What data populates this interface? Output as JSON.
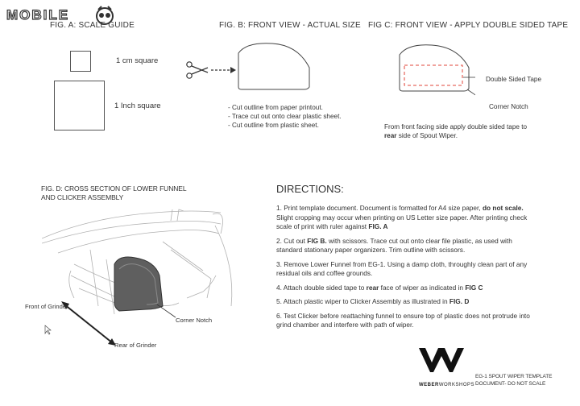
{
  "watermark": {
    "text": "MOBILE"
  },
  "fig_a": {
    "title": "FIG. A: SCALE GUIDE",
    "cm_label": "1 cm square",
    "inch_label": "1 Inch square"
  },
  "fig_b": {
    "title": "FIG. B: FRONT VIEW - ACTUAL SIZE",
    "steps": [
      "- Cut outline from paper printout.",
      "- Trace cut out onto clear plastic sheet.",
      "- Cut outline from plastic sheet."
    ]
  },
  "fig_c": {
    "title": "FIG C: FRONT VIEW - APPLY DOUBLE SIDED TAPE",
    "tape_label": "Double Sided Tape",
    "notch_label": "Corner Notch",
    "note_pre": "From front facing side apply double sided tape to",
    "note_bold": "rear",
    "note_post": " side of Spout Wiper."
  },
  "fig_d": {
    "title_line1": "FIG. D: CROSS SECTION OF LOWER FUNNEL",
    "title_line2": "AND CLICKER ASSEMBLY",
    "front_label": "Front of Grinder",
    "rear_label": "Rear of Grinder",
    "notch_label": "Corner Notch"
  },
  "directions": {
    "title": "DIRECTIONS:",
    "s1_a": "1. Print template document. Document is formatted for A4 size paper, ",
    "s1_b": "do not scale.",
    "s1_c": " Slight cropping may occur when printing on US Letter size paper. After printing check scale of print with ruler against ",
    "s1_d": "FIG. A",
    "s2_a": "2. Cut out ",
    "s2_b": "FIG B.",
    "s2_c": " with scissors. Trace cut out onto clear file plastic, as used with standard stationary paper organizers. Trim outline with scissors.",
    "s3": "3. Remove Lower Funnel from EG-1. Using a damp cloth, throughly clean part of any residual oils and coffee grounds.",
    "s4_a": "4. Attach double sided tape to ",
    "s4_b": "rear",
    "s4_c": " face of wiper as indicated in ",
    "s4_d": "FIG C",
    "s5_a": "5. Attach plastic wiper to Clicker Assembly as illustrated in ",
    "s5_b": "FIG. D",
    "s6": "6. Test Clicker before reattaching funnel to ensure top of plastic does not protrude into grind chamber and interfere with path of wiper."
  },
  "footer": {
    "brand_bold": "WEBER",
    "brand_light": "WORKSHOPS",
    "template_line1": "EG-1 SPOUT WIPER TEMPLATE",
    "template_line2": "DOCUMENT- DO NOT SCALE"
  },
  "colors": {
    "ink": "#333333",
    "tape": "#e0443a",
    "wiper": "#5f5f5f"
  }
}
